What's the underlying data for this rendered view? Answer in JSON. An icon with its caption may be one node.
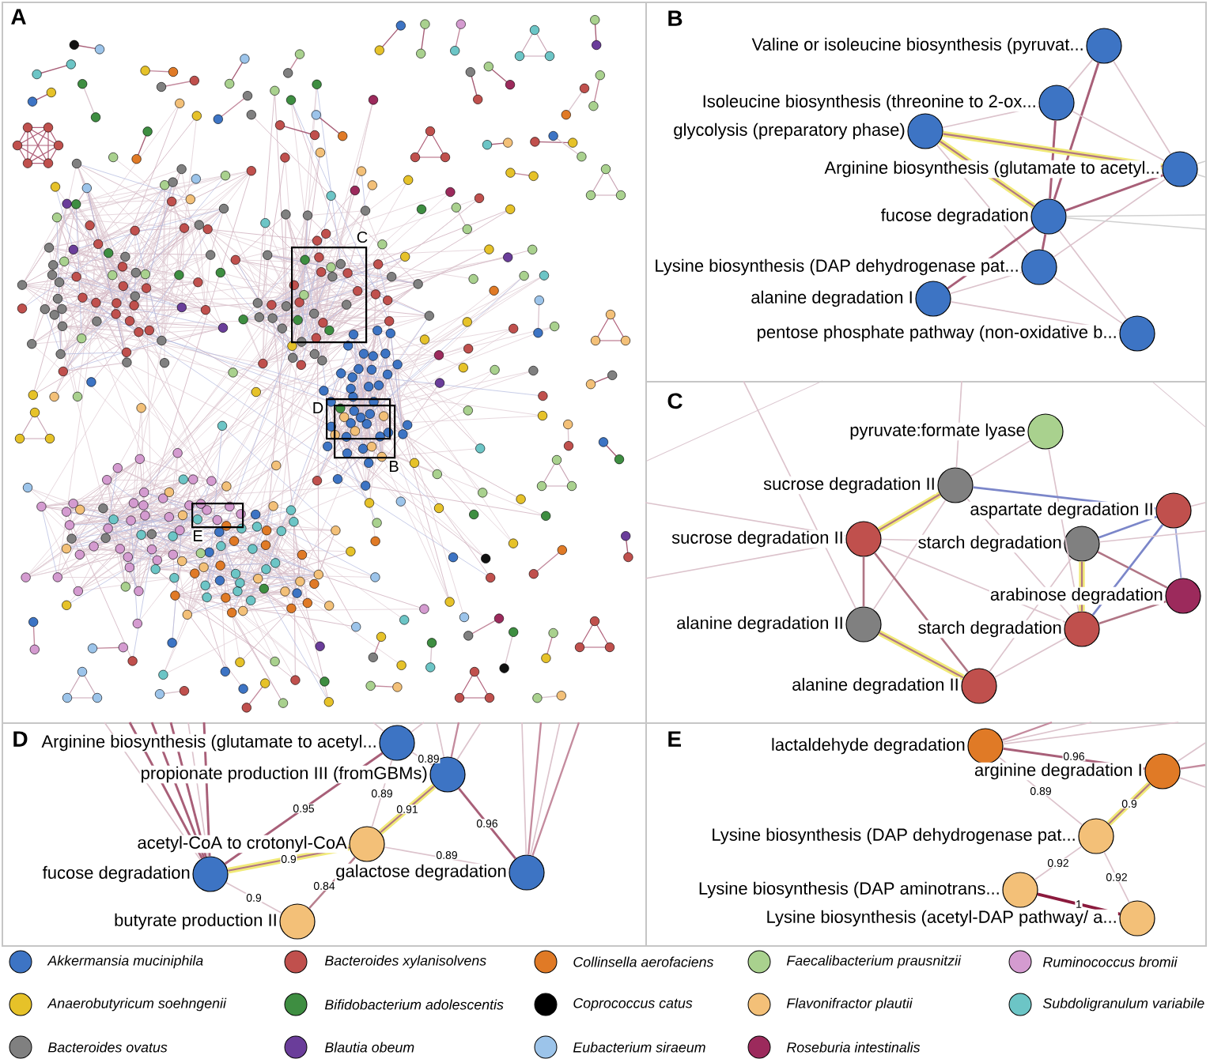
{
  "diagram": {
    "nodes": [
      {
        "text": [
          "A"
        ]
      },
      {
        "text": [
          "C"
        ],
        "in": 0
      },
      {
        "text": [
          "D"
        ],
        "in": 0
      },
      {
        "text": [
          "B"
        ],
        "in": 0
      },
      {
        "text": [
          "E"
        ],
        "in": 0
      },
      {
        "text": [
          "B"
        ]
      },
      {
        "text": [],
        "shape": "circle",
        "in": 5,
        "beside": [
          "Valine or isoleucine biosynthesis (pyruvat..."
        ]
      },
      {
        "text": [],
        "shape": "circle",
        "in": 5,
        "beside": [
          "Isoleucine biosynthesis (threonine to 2-ox..."
        ]
      },
      {
        "text": [],
        "shape": "circle",
        "in": 5,
        "beside": [
          "glycolysis (preparatory phase)"
        ]
      },
      {
        "text": [],
        "shape": "circle",
        "in": 5,
        "beside": [
          "Arginine biosynthesis (glutamate to acetyl..."
        ]
      },
      {
        "text": [],
        "shape": "circle",
        "in": 5,
        "beside": [
          "fucose degradation"
        ]
      },
      {
        "text": [],
        "shape": "circle",
        "in": 5,
        "beside": [
          "Lysine biosynthesis (DAP dehydrogenase pat..."
        ]
      },
      {
        "text": [],
        "shape": "circle",
        "in": 5,
        "beside": [
          "alanine degradation I"
        ]
      },
      {
        "text": [],
        "shape": "circle",
        "in": 5,
        "beside": [
          "pentose phosphate pathway (non-oxidative b..."
        ]
      },
      {
        "text": [
          "C"
        ]
      },
      {
        "text": [],
        "shape": "circle",
        "in": 14,
        "beside": [
          "pyruvate:formate lyase"
        ]
      },
      {
        "text": [],
        "shape": "circle",
        "in": 14,
        "beside": [
          "sucrose degradation II"
        ]
      },
      {
        "text": [],
        "shape": "circle",
        "in": 14,
        "beside": [
          "aspartate degradation II"
        ]
      },
      {
        "text": [],
        "shape": "circle",
        "in": 14,
        "beside": [
          "sucrose degradation II"
        ]
      },
      {
        "text": [],
        "shape": "circle",
        "in": 14,
        "beside": [
          "starch degradation"
        ]
      },
      {
        "text": [],
        "shape": "circle",
        "in": 14,
        "beside": [
          "arabinose degradation"
        ]
      },
      {
        "text": [],
        "shape": "circle",
        "in": 14,
        "beside": [
          "alanine degradation II"
        ]
      },
      {
        "text": [],
        "shape": "circle",
        "in": 14,
        "beside": [
          "starch degradation"
        ]
      },
      {
        "text": [],
        "shape": "circle",
        "in": 14,
        "beside": [
          "alanine degradation II"
        ]
      },
      {
        "text": [
          "D"
        ]
      },
      {
        "text": [],
        "shape": "circle",
        "in": 24,
        "beside": [
          "Arginine biosynthesis (glutamate to acetyl..."
        ]
      },
      {
        "text": [],
        "shape": "circle",
        "in": 24,
        "beside": [
          "propionate production III (fromGBMs)"
        ]
      },
      {
        "text": [],
        "shape": "circle",
        "in": 24,
        "beside": [
          "acetyl-CoA to crotonyl-CoA"
        ]
      },
      {
        "text": [],
        "shape": "circle",
        "in": 24,
        "beside": [
          "fucose degradation"
        ]
      },
      {
        "text": [],
        "shape": "circle",
        "in": 24,
        "beside": [
          "galactose degradation"
        ]
      },
      {
        "text": [],
        "shape": "circle",
        "in": 24,
        "beside": [
          "butyrate production II"
        ]
      },
      {
        "text": [
          "E"
        ]
      },
      {
        "text": [],
        "shape": "circle",
        "in": 31,
        "beside": [
          "lactaldehyde degradation"
        ]
      },
      {
        "text": [],
        "shape": "circle",
        "in": 31,
        "beside": [
          "arginine degradation I"
        ]
      },
      {
        "text": [],
        "shape": "circle",
        "in": 31,
        "beside": [
          "Lysine biosynthesis (DAP dehydrogenase pat..."
        ]
      },
      {
        "text": [],
        "shape": "circle",
        "in": 31,
        "beside": [
          "Lysine biosynthesis (DAP aminotrans..."
        ]
      },
      {
        "text": [],
        "shape": "circle",
        "in": 31,
        "beside": [
          "Lysine biosynthesis (acetyl-DAP pathway/ a..."
        ]
      }
    ],
    "edges": [
      {
        "from": 6,
        "to": 7,
        "arrow": "none"
      },
      {
        "from": 6,
        "to": 10,
        "arrow": "none",
        "color": "#a85f78"
      },
      {
        "from": 6,
        "to": 9,
        "arrow": "none"
      },
      {
        "from": 7,
        "to": 10,
        "arrow": "none",
        "color": "#a85f78"
      },
      {
        "from": 7,
        "to": 9,
        "arrow": "none"
      },
      {
        "from": 8,
        "to": 7,
        "arrow": "none"
      },
      {
        "from": 8,
        "to": 9,
        "arrow": "none",
        "style": "thick",
        "color": "#f1ea78"
      },
      {
        "from": 8,
        "to": 10,
        "arrow": "none",
        "style": "thick",
        "color": "#f1ea78"
      },
      {
        "from": 8,
        "to": 11,
        "arrow": "none"
      },
      {
        "from": 9,
        "to": 10,
        "arrow": "none",
        "color": "#a85f78"
      },
      {
        "from": 9,
        "to": 11,
        "arrow": "none"
      },
      {
        "from": 10,
        "to": 11,
        "arrow": "none",
        "color": "#a85f78"
      },
      {
        "from": 10,
        "to": 12,
        "arrow": "none",
        "color": "#a85f78"
      },
      {
        "from": 10,
        "to": 13,
        "arrow": "none"
      },
      {
        "from": 11,
        "to": 12,
        "arrow": "none"
      },
      {
        "from": 11,
        "to": 13,
        "arrow": "none"
      },
      {
        "from": 12,
        "to": 13,
        "arrow": "none"
      },
      {
        "from": 9,
        "to": null,
        "arrow": "none",
        "color": "#d0d0d0"
      },
      {
        "from": 9,
        "to": null,
        "arrow": "none",
        "color": "#d0d0d0"
      },
      {
        "from": 10,
        "to": null,
        "arrow": "none",
        "color": "#d0d0d0"
      },
      {
        "from": 10,
        "to": null,
        "arrow": "none",
        "color": "#d0d0d0"
      },
      {
        "from": 15,
        "to": 16,
        "arrow": "none"
      },
      {
        "from": 15,
        "to": 22,
        "arrow": "none"
      },
      {
        "from": 16,
        "to": 17,
        "arrow": "none",
        "color": "#7b86c9"
      },
      {
        "from": 16,
        "to": 18,
        "arrow": "none",
        "style": "thick",
        "color": "#f1ea78"
      },
      {
        "from": 16,
        "to": 21,
        "arrow": "none"
      },
      {
        "from": 16,
        "to": 22,
        "arrow": "none"
      },
      {
        "from": 18,
        "to": 19,
        "arrow": "none"
      },
      {
        "from": 18,
        "to": 21,
        "arrow": "none",
        "color": "#b07585"
      },
      {
        "from": 18,
        "to": 22,
        "arrow": "none"
      },
      {
        "from": 18,
        "to": 23,
        "arrow": "none",
        "color": "#b07585"
      },
      {
        "from": 19,
        "to": 17,
        "arrow": "none",
        "color": "#7b86c9"
      },
      {
        "from": 19,
        "to": 20,
        "arrow": "none",
        "color": "#b07585"
      },
      {
        "from": 19,
        "to": 22,
        "arrow": "none",
        "style": "thick",
        "color": "#f1ea78"
      },
      {
        "from": 17,
        "to": 20,
        "arrow": "none",
        "color": "#a3aad9"
      },
      {
        "from": 22,
        "to": 17,
        "arrow": "none",
        "color": "#7b86c9"
      },
      {
        "from": 22,
        "to": 20,
        "arrow": "none",
        "color": "#b07585"
      },
      {
        "from": 21,
        "to": 23,
        "arrow": "none",
        "style": "thick",
        "color": "#f1ea78"
      },
      {
        "from": 23,
        "to": 22,
        "arrow": "none"
      },
      {
        "from": 23,
        "to": 19,
        "arrow": "none"
      },
      {
        "from": 16,
        "to": null,
        "arrow": "none"
      },
      {
        "from": 18,
        "to": null,
        "arrow": "none"
      },
      {
        "from": 18,
        "to": null,
        "arrow": "none"
      },
      {
        "from": 17,
        "to": null,
        "arrow": "none"
      },
      {
        "from": 19,
        "to": null,
        "arrow": "none"
      },
      {
        "from": 21,
        "to": null,
        "arrow": "none"
      },
      {
        "from": 28,
        "to": 25,
        "arrow": "none",
        "color": "#a85f78",
        "label": "0.95"
      },
      {
        "from": 25,
        "to": 26,
        "arrow": "none",
        "label": "0.89"
      },
      {
        "from": 27,
        "to": 25,
        "arrow": "none",
        "label": "0.89"
      },
      {
        "from": 27,
        "to": 26,
        "arrow": "none",
        "style": "thick",
        "color": "#f1ea78",
        "label": "0.91"
      },
      {
        "from": 26,
        "to": 29,
        "arrow": "none",
        "color": "#a85f78",
        "label": "0.96"
      },
      {
        "from": 28,
        "to": 27,
        "arrow": "none",
        "style": "thick",
        "color": "#f1ea78",
        "label": "0.9"
      },
      {
        "from": 27,
        "to": 29,
        "arrow": "none",
        "label": "0.89"
      },
      {
        "from": 28,
        "to": 30,
        "arrow": "none",
        "label": "0.9"
      },
      {
        "from": 27,
        "to": 30,
        "arrow": "none",
        "color": "#b8808f",
        "label": "0.84"
      },
      {
        "from": 28,
        "to": null,
        "arrow": "none"
      },
      {
        "from": 28,
        "to": null,
        "arrow": "none",
        "color": "#a85f78"
      },
      {
        "from": 28,
        "to": null,
        "arrow": "none",
        "color": "#a85f78"
      },
      {
        "from": 28,
        "to": null,
        "arrow": "none",
        "color": "#a85f78"
      },
      {
        "from": 28,
        "to": null,
        "arrow": "none"
      },
      {
        "from": 28,
        "to": null,
        "arrow": "none",
        "color": "#a85f78"
      },
      {
        "from": 29,
        "to": null,
        "arrow": "none"
      },
      {
        "from": 29,
        "to": null,
        "arrow": "none",
        "color": "#c48b9e"
      },
      {
        "from": 29,
        "to": null,
        "arrow": "none"
      },
      {
        "from": 29,
        "to": null,
        "arrow": "none",
        "color": "#c48b9e"
      },
      {
        "from": 26,
        "to": null,
        "arrow": "none"
      },
      {
        "from": 26,
        "to": null,
        "arrow": "none",
        "color": "#c48b9e"
      },
      {
        "from": 26,
        "to": null,
        "arrow": "none"
      },
      {
        "from": 25,
        "to": null,
        "arrow": "none"
      },
      {
        "from": 25,
        "to": null,
        "arrow": "none"
      },
      {
        "from": 32,
        "to": 33,
        "arrow": "none",
        "color": "#a85f78",
        "label": "0.96"
      },
      {
        "from": 32,
        "to": 34,
        "arrow": "none",
        "label": "0.89"
      },
      {
        "from": 33,
        "to": 34,
        "arrow": "none",
        "style": "thick",
        "color": "#f1ea78",
        "label": "0.9"
      },
      {
        "from": 34,
        "to": 35,
        "arrow": "none",
        "label": "0.92"
      },
      {
        "from": 34,
        "to": 36,
        "arrow": "none",
        "label": "0.92"
      },
      {
        "from": 35,
        "to": 36,
        "arrow": "none",
        "color": "#8b1a3d",
        "label": "1"
      },
      {
        "from": 32,
        "to": null,
        "arrow": "none",
        "color": "#c48b9e"
      },
      {
        "from": 32,
        "to": null,
        "arrow": "none"
      },
      {
        "from": 32,
        "to": null,
        "arrow": "none"
      },
      {
        "from": 33,
        "to": null,
        "arrow": "none"
      },
      {
        "from": 33,
        "to": null,
        "arrow": "none",
        "color": "#c48b9e"
      },
      {
        "from": 33,
        "to": null,
        "arrow": "none"
      }
    ],
    "legend": [
      {
        "text": "Akkermansia muciniphila",
        "color": "#3d74c4"
      },
      {
        "text": "Bacteroides xylanisolvens",
        "color": "#c0504d"
      },
      {
        "text": "Collinsella aerofaciens",
        "color": "#e07a26"
      },
      {
        "text": "Faecalibacterium prausnitzii",
        "color": "#a9d18e"
      },
      {
        "text": "Ruminococcus bromii",
        "color": "#d49bd0"
      },
      {
        "text": "Anaerobutyricum soehngenii",
        "color": "#e6c229"
      },
      {
        "text": "Bifidobacterium adolescentis",
        "color": "#3e8e41"
      },
      {
        "text": "Coprococcus catus",
        "color": "#000000"
      },
      {
        "text": "Flavonifractor plautii",
        "color": "#f3c078"
      },
      {
        "text": "Subdoligranulum variabile",
        "color": "#6cc5c6"
      },
      {
        "text": "Bacteroides ovatus",
        "color": "#808080"
      },
      {
        "text": "Blautia obeum",
        "color": "#6a3d9a"
      },
      {
        "text": "Eubacterium siraeum",
        "color": "#9cc4ea"
      },
      {
        "text": "Roseburia intestinalis",
        "color": "#9c2a5c"
      }
    ]
  }
}
